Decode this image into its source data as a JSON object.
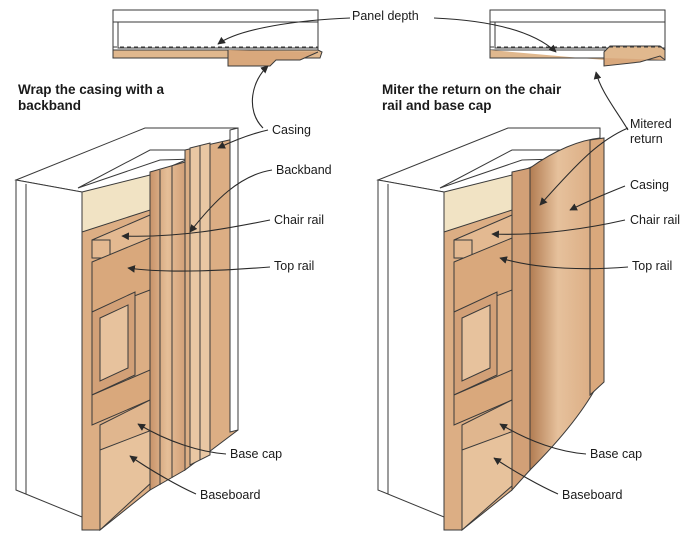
{
  "titles": {
    "left": "Wrap the casing with a backband",
    "right": "Miter the return on the chair rail and base cap"
  },
  "labels": {
    "panel_depth": "Panel depth",
    "left": {
      "casing": "Casing",
      "backband": "Backband",
      "chair_rail": "Chair rail",
      "top_rail": "Top rail",
      "base_cap": "Base cap",
      "baseboard": "Baseboard"
    },
    "right": {
      "mitered_return": "Mitered return",
      "casing": "Casing",
      "chair_rail": "Chair rail",
      "top_rail": "Top rail",
      "base_cap": "Base cap",
      "baseboard": "Baseboard"
    }
  },
  "colors": {
    "wood_light": "#e8c4a0",
    "wood_mid": "#d9a87c",
    "wood_dark": "#b98356",
    "jamb_cream": "#f1e3c4",
    "wall_white": "#ffffff",
    "outline": "#3a3a3a",
    "arrow": "#2a2a2a"
  }
}
